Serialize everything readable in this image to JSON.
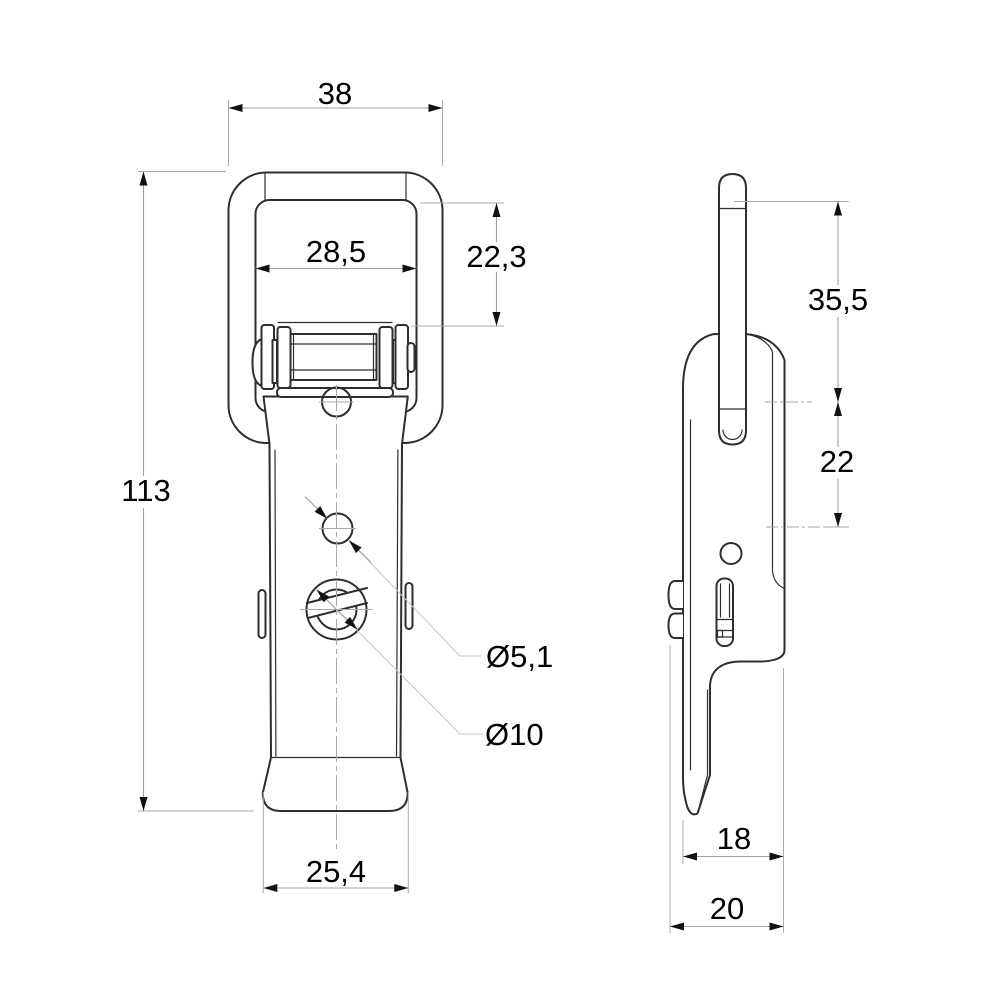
{
  "drawing": {
    "type": "technical-drawing",
    "part": "spring loaded toggle draw latch",
    "views": {
      "front": "front view",
      "side": "side view"
    },
    "colors": {
      "outline": "#2e2e2e",
      "dimension_line": "#a0a0a0",
      "leader_line": "#c4c4c4",
      "centerline": "#a8a8a8",
      "arrow": "#111111",
      "text": "#000000",
      "background": "#ffffff"
    },
    "dimensions": {
      "front": {
        "overall_width": "38",
        "inner_width": "28,5",
        "head_height": "22,3",
        "overall_height": "113",
        "small_hole_dia": "Ø5,1",
        "large_hole_dia": "Ø10",
        "foot_width": "25,4"
      },
      "side": {
        "loop_height": "35,5",
        "pivot_to_slot": "22",
        "base_width": "18",
        "overall_depth": "20"
      }
    }
  }
}
